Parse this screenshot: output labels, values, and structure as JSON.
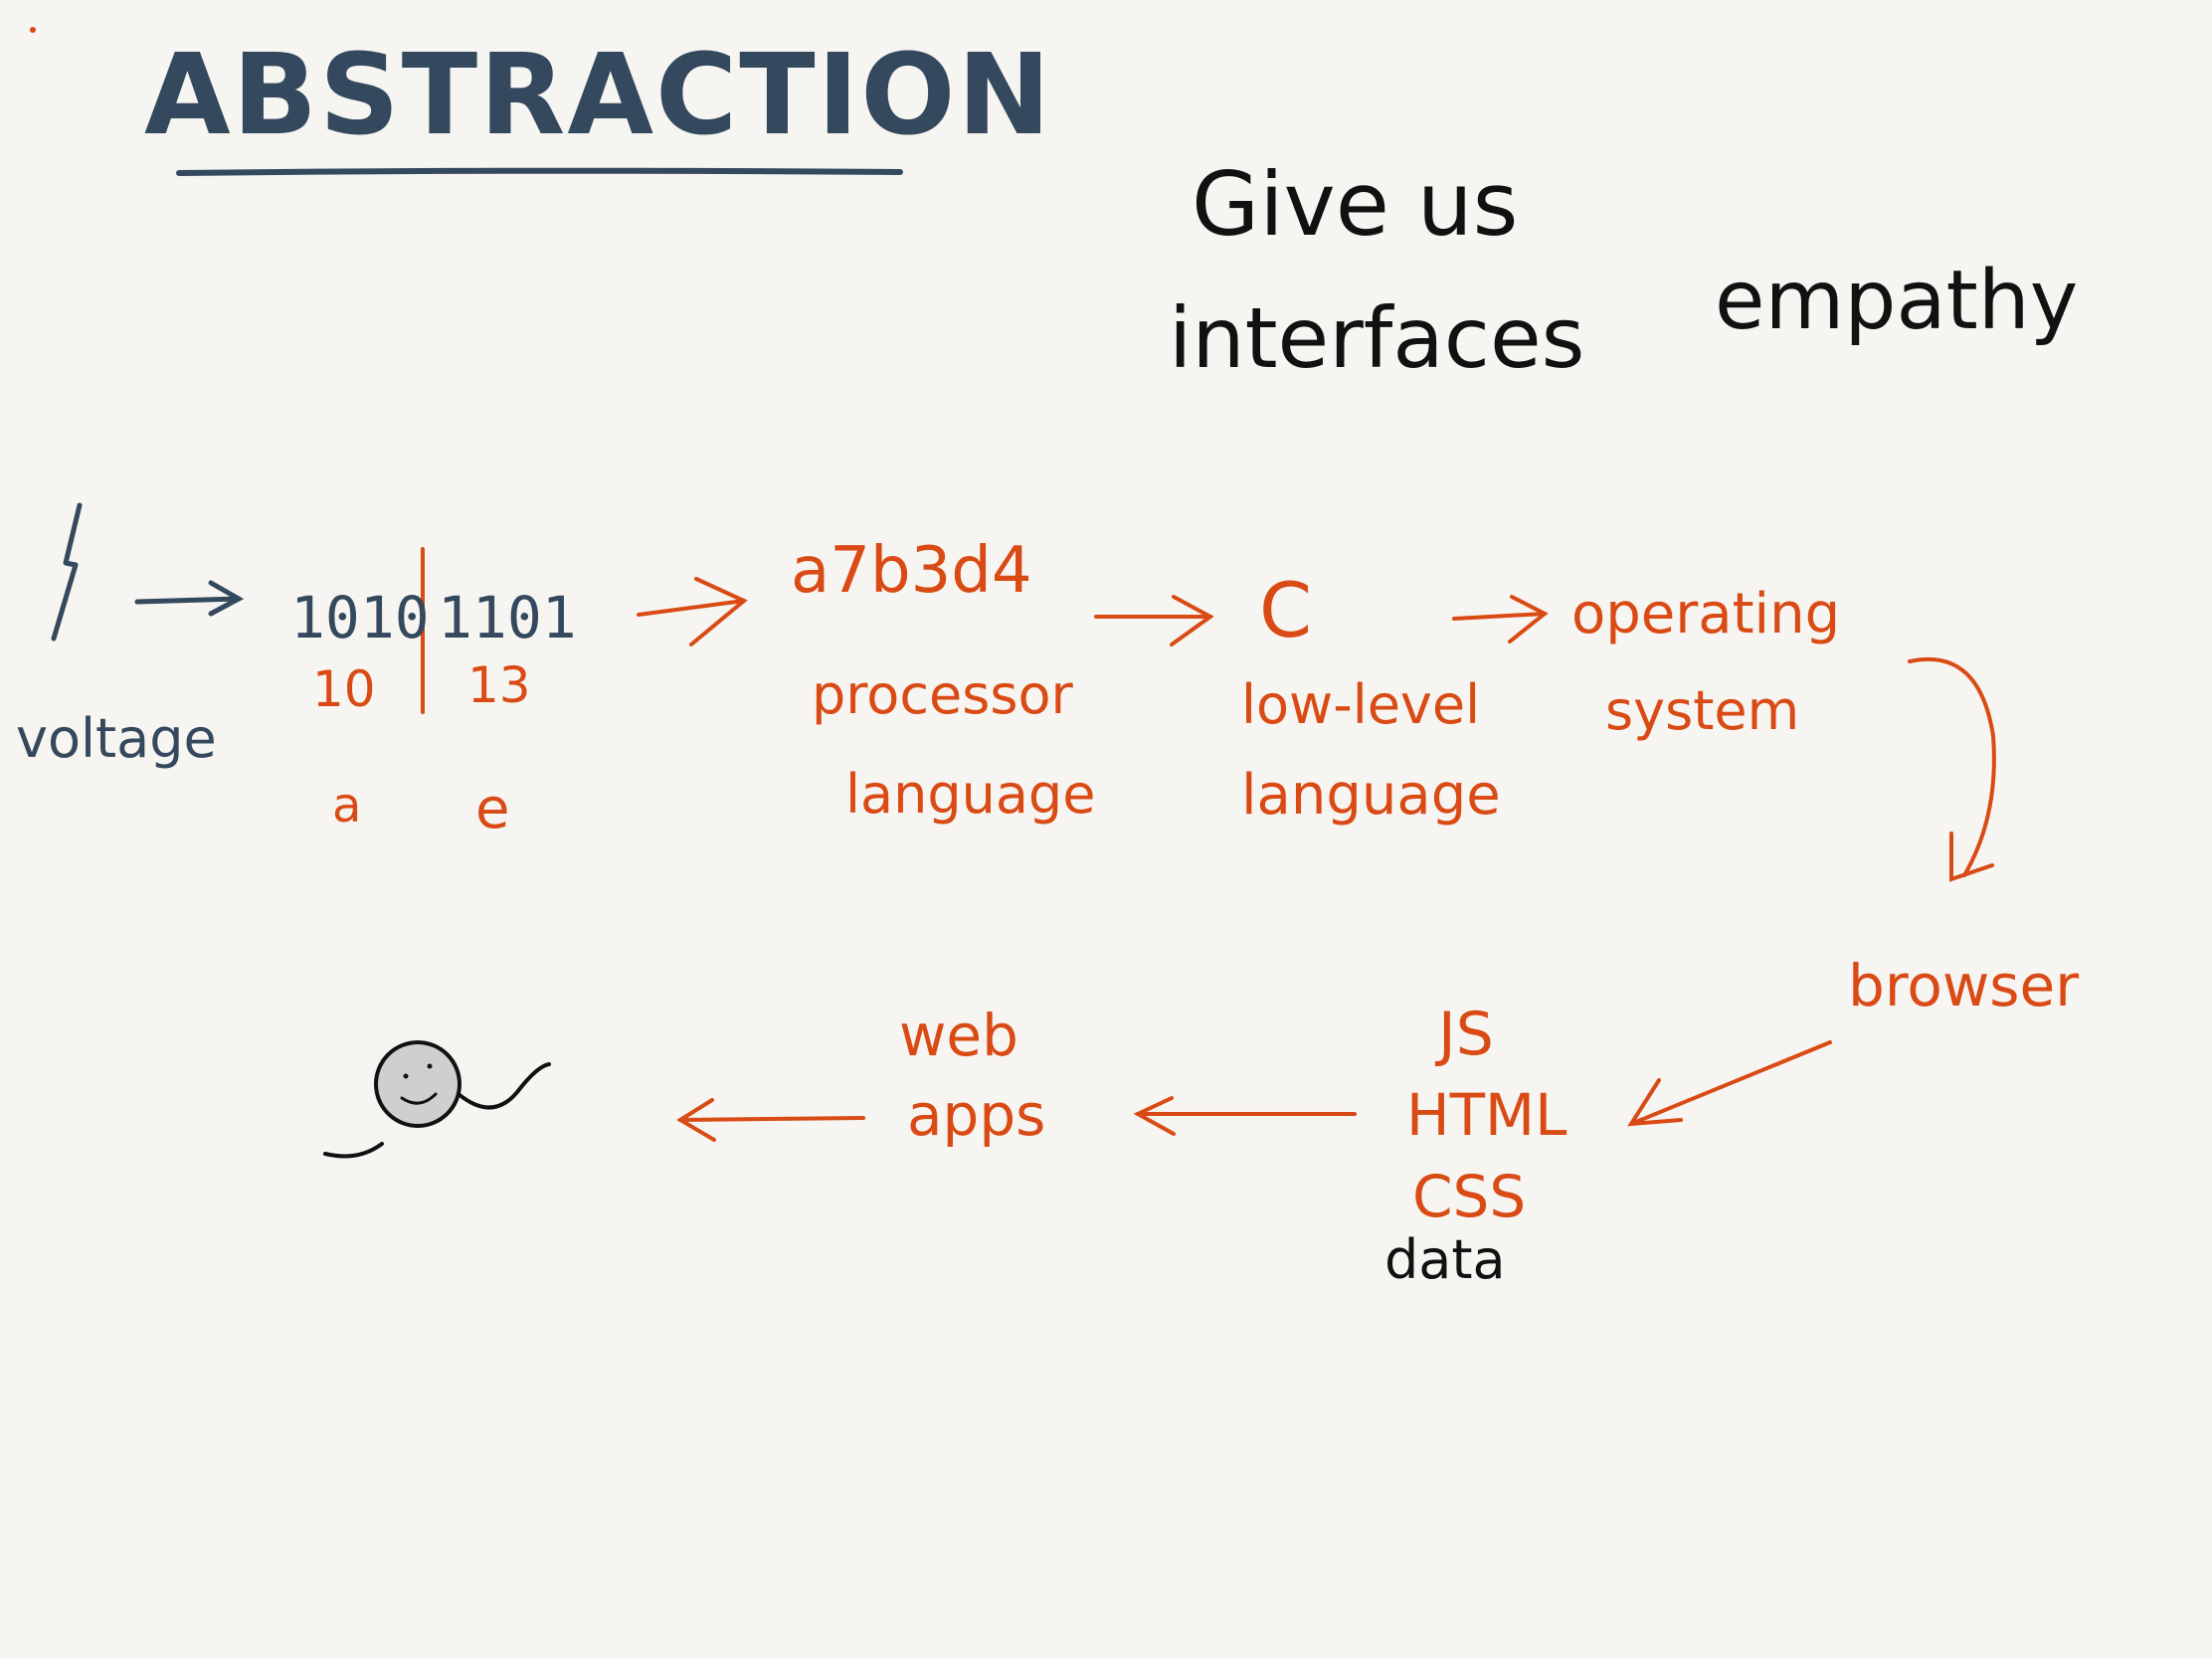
{
  "title": "ABSTRACTION",
  "notes": {
    "give_us": "Give us",
    "interfaces": "interfaces",
    "empathy": "empathy",
    "data": "data"
  },
  "voltage_stage": {
    "label": "voltage"
  },
  "binary_stage": {
    "bits_left": "1010",
    "bits_right": "1101",
    "decimal_left": "10",
    "decimal_right": "13",
    "hex_left": "a",
    "hex_right": "e"
  },
  "processor_stage": {
    "code": "a7b3d4",
    "label_line1": "processor",
    "label_line2": "language"
  },
  "c_stage": {
    "code": "C",
    "label_line1": "low-level",
    "label_line2": "language"
  },
  "os_stage": {
    "label_line1": "operating",
    "label_line2": "system"
  },
  "browser_stage": {
    "label": "browser"
  },
  "web_tech_stage": {
    "js": "JS",
    "html": "HTML",
    "css": "CSS"
  },
  "apps_stage": {
    "label_line1": "web",
    "label_line2": "apps"
  },
  "colors": {
    "background": "#f6f5f1",
    "slate": "#34495e",
    "orange": "#d94a14",
    "black": "#111111",
    "face_fill": "#cfcfcf"
  }
}
